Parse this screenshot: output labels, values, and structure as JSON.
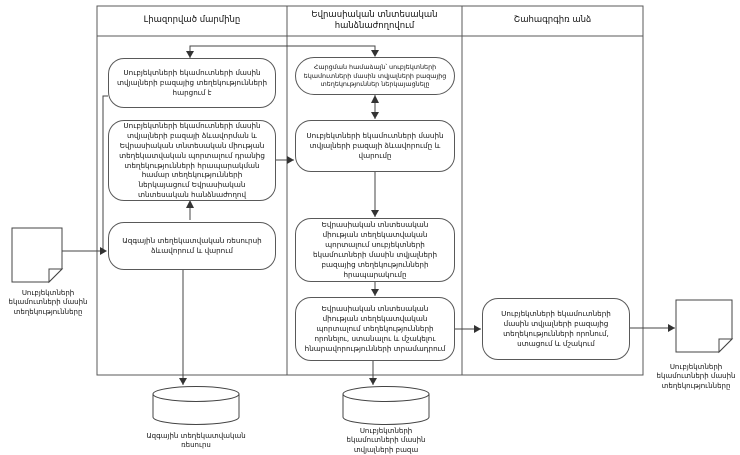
{
  "diagram": {
    "lane_headers": {
      "authorized_body": "Լիազորված մարմինը",
      "eec": "Եվրասիական տնտեսական հանձնաժողովում",
      "interested_person": "Շահագրգիռ անձ"
    },
    "lane1": {
      "request_box": "Սուբյեկտների եկամուտների մասին տվյալների բազայից տեղեկությունների հարցում է",
      "submit_box": "Սուբյեկտների եկամուտների մասին տվյալների բազայի ձևավորման և Եվրասիական տնտեսական միության տեղեկատվական պորտալում դրանից տեղեկությունների հրապարակման համար տեղեկությունների ներկայացում Եվրասիական տնտեսական հանձնաժողով",
      "national_resource_box": "Ազգային տեղեկատվական ռեսուրսի ձևավորում և վարում"
    },
    "lane2": {
      "provide_box": "Հարցման համաձայն՝ սուբյեկտների եկամուտների մասին տվյալների բազայից տեղեկություններ ներկայացնելը",
      "form_db_box": "Սուբյեկտների եկամուտների մասին տվյալների բազայի ձևավորումը և վարումը",
      "publish_box": "Եվրասիական տնտեսական միության տեղեկատվական պորտալում սուբյեկտների եկամուտների մասին տվյալների բազայից տեղեկությունների հրապարակումը",
      "access_box": "Եվրասիական տնտեսական միության տեղեկատվական պորտալում տեղեկությունների որոնելու, ստանալու և մշակելու հնարավորությունների տրամադրում"
    },
    "lane3": {
      "search_box": "Սուբյեկտների եկամուտների մասին տվյալների բազայից տեղեկությունների որոնում, ստացում և մշակում"
    },
    "documents": {
      "input_doc_label": "Սուբյեկտների եկամուտների մասին տեղեկությունները",
      "output_doc_label": "Սուբյեկտների եկամուտների մասին տեղեկությունները"
    },
    "datastores": {
      "national_resource_label": "Ազգային տեղեկատվական ռեսուրս",
      "income_db_label": "Սուբյեկտների եկամուտների մասին տվյալների բազա"
    }
  },
  "colors": {
    "line": "#444444",
    "box_border": "#595959",
    "background": "#ffffff",
    "text": "#1a1a1a"
  }
}
